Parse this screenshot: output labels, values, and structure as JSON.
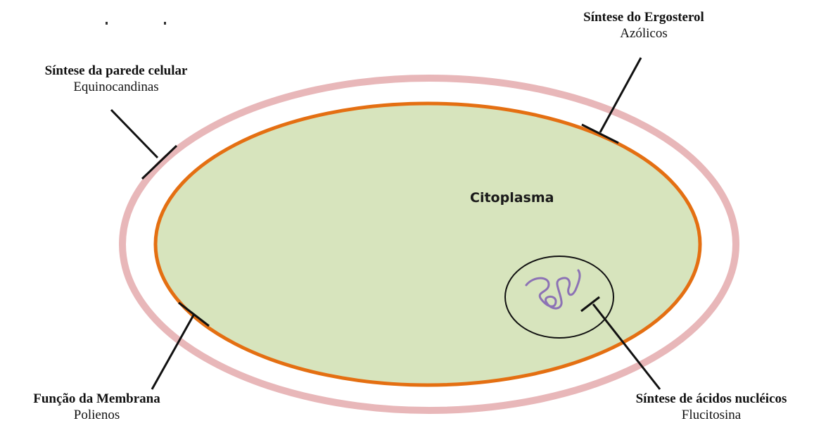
{
  "targets": {
    "cell_wall": {
      "title": "Síntese da parede celular",
      "drug": "Equinocandinas"
    },
    "ergosterol": {
      "title": "Síntese do Ergosterol",
      "drug": "Azólicos"
    },
    "membrane": {
      "title": "Função da Membrana",
      "drug": "Polienos"
    },
    "nucleic_acids": {
      "title": "Síntese de ácidos nucléicos",
      "drug": "Flucitosina"
    }
  },
  "cytoplasm_label": "Citoplasma",
  "colors": {
    "cell_wall": "#e8b7b9",
    "membrane": "#e46f12",
    "cytoplasm": "#d7e4bd",
    "nucleus_outline": "#111111",
    "dna": "#8c72b5",
    "pointer": "#111111"
  }
}
